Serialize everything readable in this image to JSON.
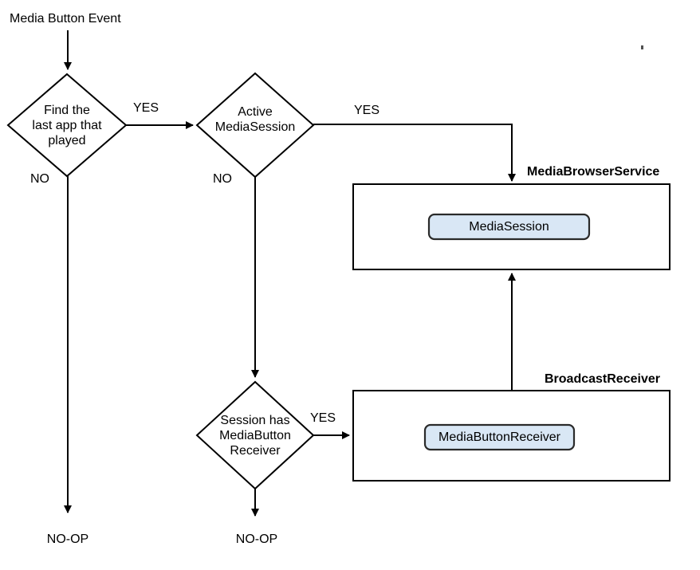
{
  "diagram": {
    "start": {
      "label": "Media Button Event"
    },
    "decisions": {
      "find_last_app": {
        "line1": "Find the",
        "line2": "last app that",
        "line3": "played"
      },
      "active_media_session": {
        "line1": "Active",
        "line2": "MediaSession"
      },
      "session_has_receiver": {
        "line1": "Session has",
        "line2": "MediaButton",
        "line3": "Receiver"
      }
    },
    "containers": {
      "media_browser_service": {
        "label": "MediaBrowserService",
        "child_label": "MediaSession"
      },
      "broadcast_receiver": {
        "label": "BroadcastReceiver",
        "child_label": "MediaButtonReceiver"
      }
    },
    "edge_labels": {
      "yes1": "YES",
      "yes2": "YES",
      "yes3": "YES",
      "no1": "NO",
      "no2": "NO"
    },
    "terminals": {
      "noop_left": "NO-OP",
      "noop_right": "NO-OP"
    },
    "colors": {
      "line": "#000000",
      "node_fill": "#d9e7f5",
      "node_stroke": "#2a2a2a",
      "box_fill": "#ffffff",
      "text": "#000000"
    }
  }
}
